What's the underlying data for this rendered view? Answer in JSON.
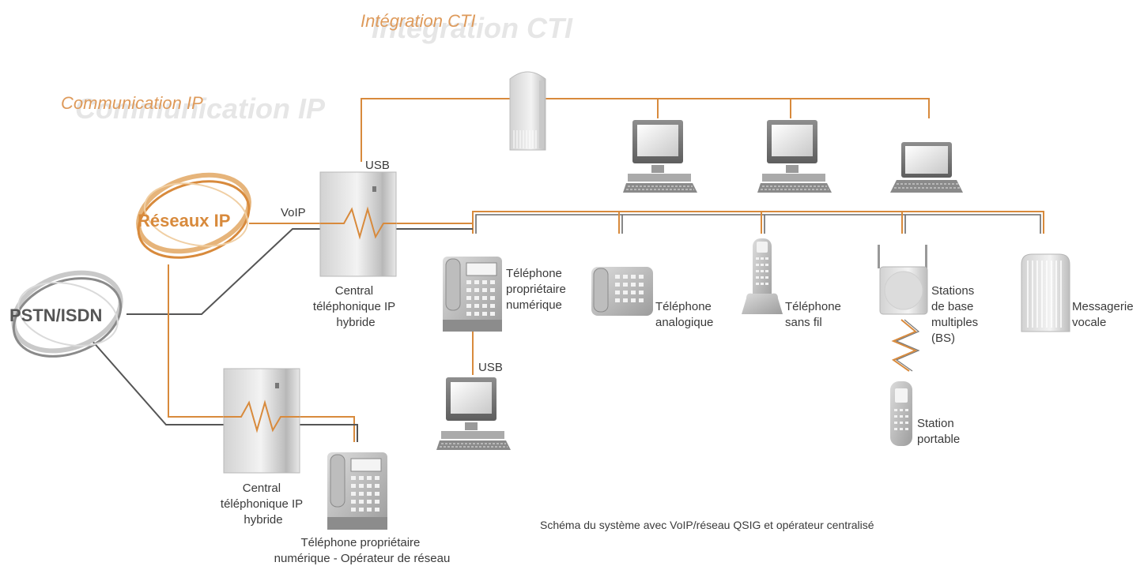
{
  "headers": {
    "cti": "Intégration CTI",
    "ip": "Communication IP"
  },
  "clouds": {
    "ip_network": "Réseaux IP",
    "pstn": "PSTN/ISDN"
  },
  "labels": {
    "usb_top": "USB",
    "voip": "VoIP",
    "usb_bottom": "USB",
    "pbx_main": [
      "Central",
      "téléphonique IP",
      "hybride"
    ],
    "pbx_second": [
      "Central",
      "téléphonique IP",
      "hybride"
    ],
    "phone_digital": [
      "Téléphone",
      "propriétaire",
      "numérique"
    ],
    "phone_analog": [
      "Téléphone",
      "analogique"
    ],
    "phone_cordless": [
      "Téléphone",
      "sans fil"
    ],
    "base_stations": [
      "Stations",
      "de base",
      "multiples",
      "(BS)"
    ],
    "voicemail": [
      "Messagerie",
      "vocale"
    ],
    "portable": [
      "Station",
      "portable"
    ],
    "operator_phone": [
      "Téléphone propriétaire",
      "numérique - Opérateur de réseau"
    ]
  },
  "caption": "Schéma du système avec VoIP/réseau QSIG et opérateur centralisé",
  "colors": {
    "orange": "#d88a3c",
    "orange_light": "#e6b47a",
    "gray_line": "#555555",
    "ghost": "#e3e3e3",
    "text": "#3a3a3a"
  }
}
